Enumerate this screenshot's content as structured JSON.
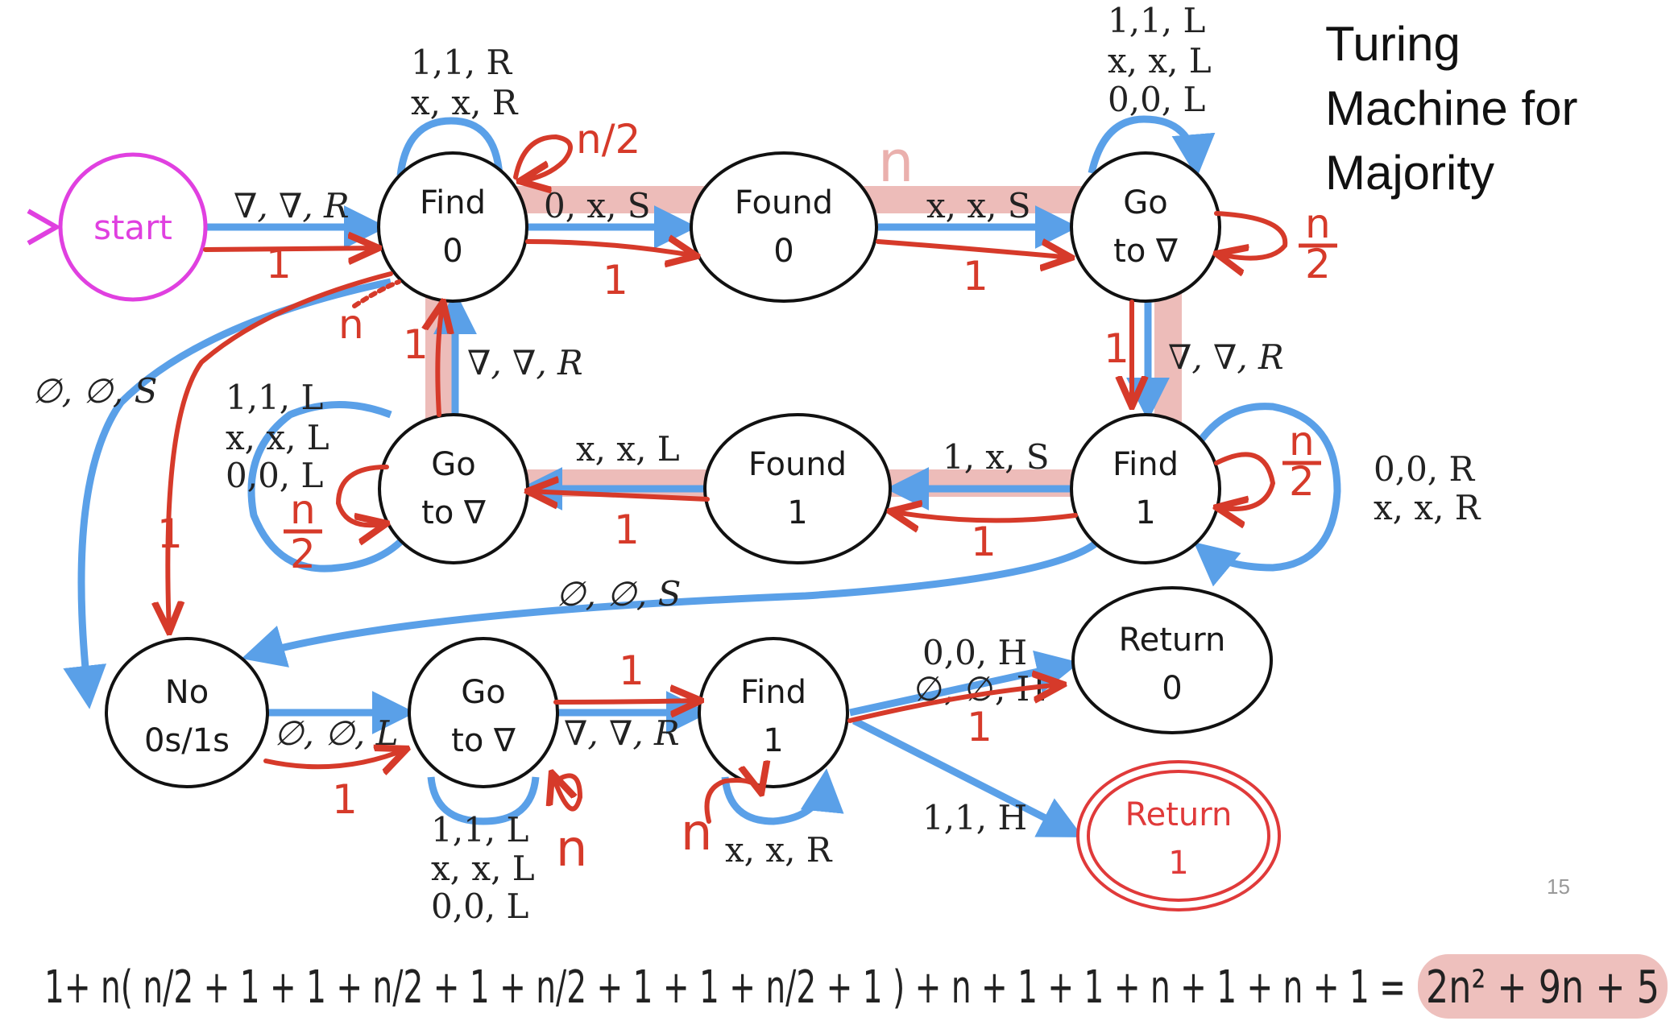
{
  "title": [
    "Turing",
    "Machine for",
    "Majority"
  ],
  "page_number": "15",
  "colors": {
    "blue_transition": "#5aa0e8",
    "red_annotation": "#d63a2a",
    "pink_highlight": "#eab0ad",
    "start_state": "#e040e0",
    "accept_state": "#e03a3a"
  },
  "states": {
    "start": "start",
    "find0": [
      "Find",
      "0"
    ],
    "found0": [
      "Found",
      "0"
    ],
    "goto_top": [
      "Go",
      "to ∇"
    ],
    "goto_mid": [
      "Go",
      "to ∇"
    ],
    "found1": [
      "Found",
      "1"
    ],
    "find1_mid": [
      "Find",
      "1"
    ],
    "no": [
      "No",
      "0s/1s"
    ],
    "goto_bot": [
      "Go",
      "to ∇"
    ],
    "find1_bot": [
      "Find",
      "1"
    ],
    "return0": [
      "Return",
      "0"
    ],
    "return1": [
      "Return",
      "1"
    ]
  },
  "transitions": {
    "start_find0": "∇, ∇, R",
    "find0_loop": [
      "1,1, R",
      "x, x, R"
    ],
    "find0_found0": "0, x, S",
    "found0_goto": "x, x, S",
    "goto_top_loop": [
      "1,1, L",
      "x, x, L",
      "0,0, L"
    ],
    "goto_find1": "∇, ∇, R",
    "find1_loop": [
      "0,0, R",
      "x, x, R"
    ],
    "find1_found1": "1, x, S",
    "found1_goto": "x, x, L",
    "goto_mid_loop": [
      "1,1, L",
      "x, x, L",
      "0,0, L"
    ],
    "goto_find0": "∇, ∇, R",
    "find0_no": "∅, ∅, S",
    "find1_no": "∅, ∅, S",
    "no_goto": "∅, ∅, L",
    "goto_bot_loop": [
      "1,1, L",
      "x, x, L",
      "0,0, L"
    ],
    "goto_findbot": "∇, ∇, R",
    "findbot_loop": "x, x, R",
    "findbot_return0": [
      "0,0, H",
      "∅, ∅, H"
    ],
    "findbot_return1": "1,1, H"
  },
  "annotations": {
    "one": "1",
    "n": "n",
    "n_half": "n/2",
    "frac_num": "n",
    "frac_den": "2",
    "pink_n": "n"
  },
  "equation": {
    "expression": "1+ n( n/2 + 1 + 1 + n/2 + 1 + n/2 + 1 + 1 + n/2 + 1 ) + n + 1 + 1 + n + 1 + n + 1 =",
    "result": "2n² + 9n + 5"
  }
}
